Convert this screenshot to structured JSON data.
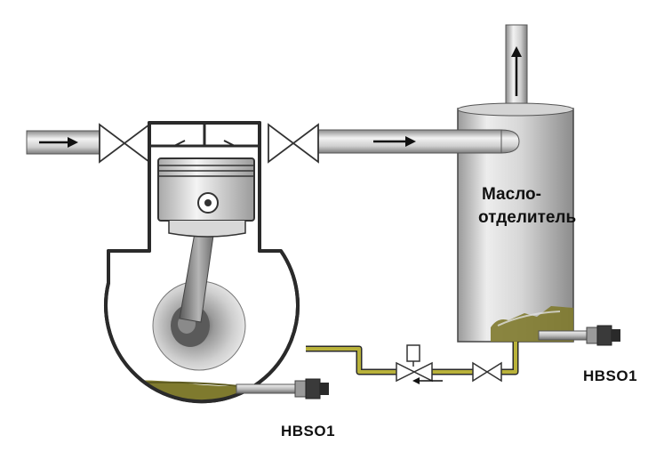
{
  "separator": {
    "label_line1": "Масло-",
    "label_line2": "отделитель"
  },
  "sensors": [
    {
      "label": "HBSO1"
    },
    {
      "label": "HBSO1"
    }
  ],
  "colors": {
    "oil_fill": "#7f7a2e",
    "oil_line": "#b9b23a",
    "metal_light": "#e8e8e8",
    "metal_mid": "#bdbdbd",
    "metal_dark": "#7a7a7a",
    "outline": "#2a2a2a"
  }
}
